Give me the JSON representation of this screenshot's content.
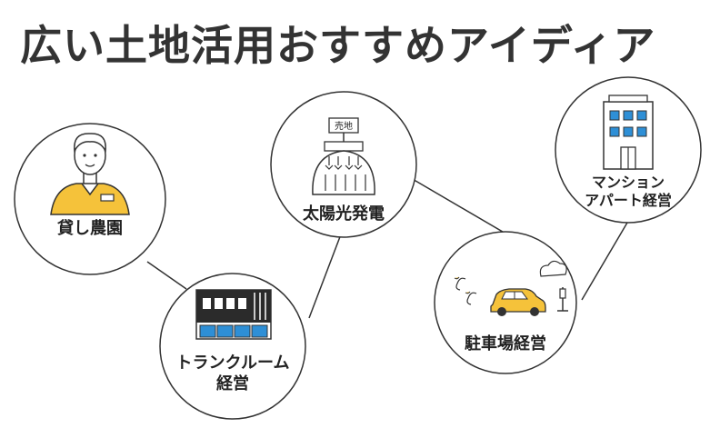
{
  "title": "広い土地活用おすすめアイディア",
  "nodes": {
    "farm": {
      "label": "貸し農園",
      "icon": "farmer-person-icon"
    },
    "solar": {
      "label": "太陽光発電",
      "sign": "売地",
      "icon": "solar-panel-plot-icon"
    },
    "mansion": {
      "label_line1": "マンション",
      "label_line2": "アパート経営",
      "icon": "apartment-building-icon"
    },
    "parking": {
      "label": "駐車場経営",
      "icon": "car-parking-icon"
    },
    "storage": {
      "label_line1": "トランクルーム",
      "label_line2": "経営",
      "icon": "storage-container-icon"
    }
  },
  "colors": {
    "accent_yellow": "#f5c23a",
    "accent_blue": "#2e8fd6",
    "dark": "#2b2b2b",
    "stroke": "#333333"
  }
}
